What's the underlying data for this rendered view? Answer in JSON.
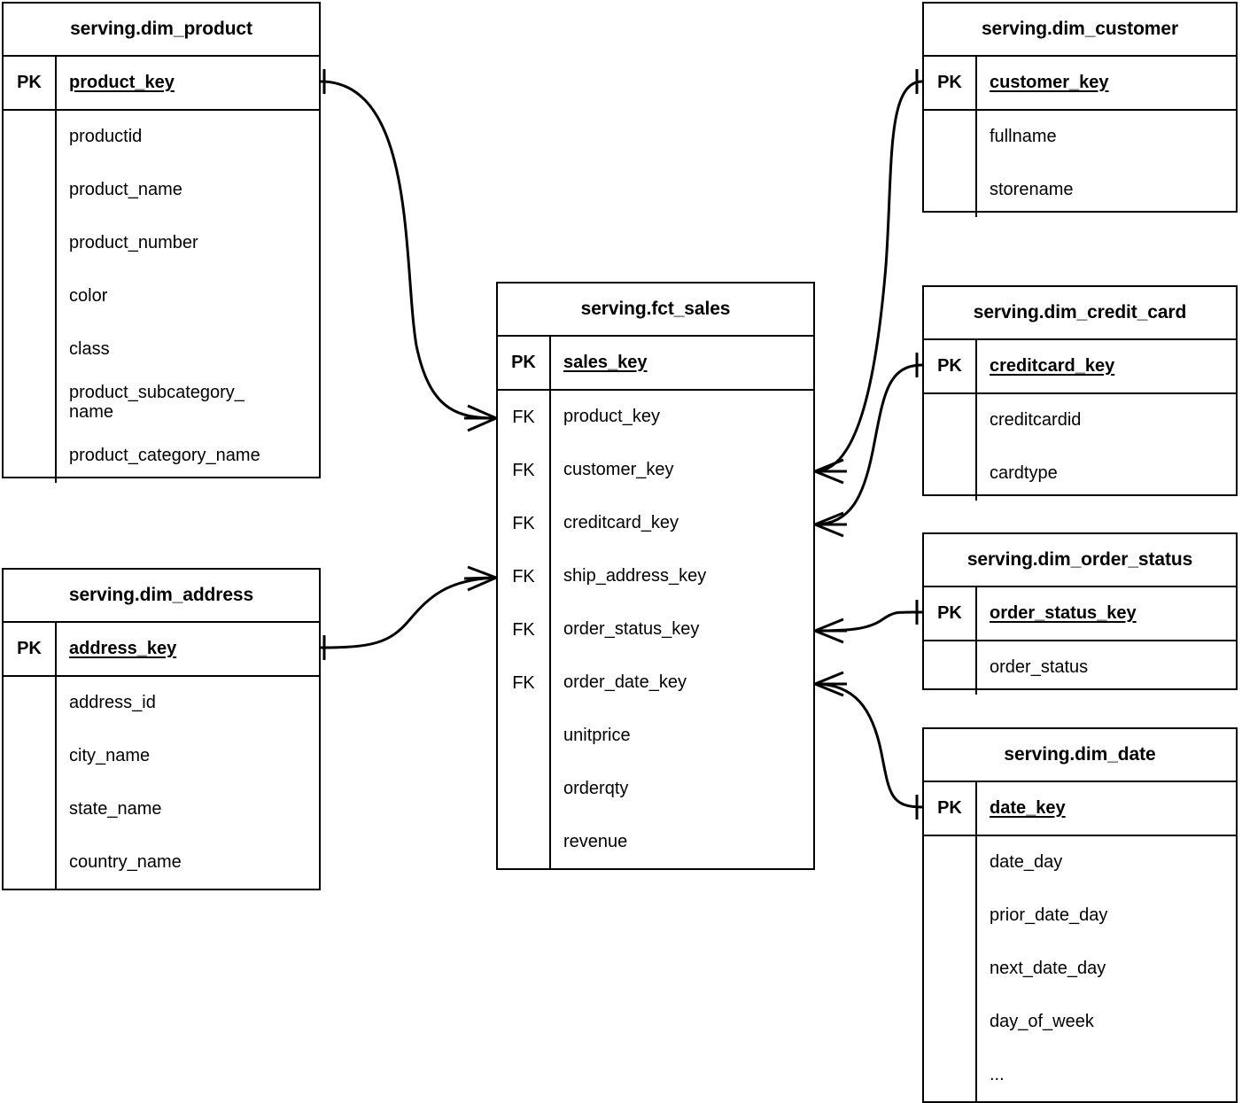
{
  "diagram": {
    "type": "entity-relationship-diagram",
    "notation": "crow's foot",
    "background": "#ffffff",
    "line_color": "#000000"
  },
  "entities": [
    {
      "id": "dim_product",
      "title": "serving.dim_product",
      "primary_key_label": "PK",
      "primary_key": "product_key",
      "attributes": [
        "productid",
        "product_name",
        "product_number",
        "color",
        "class",
        "product_subcategory_\nname",
        "product_category_name"
      ]
    },
    {
      "id": "dim_address",
      "title": "serving.dim_address",
      "primary_key_label": "PK",
      "primary_key": "address_key",
      "attributes": [
        "address_id",
        "city_name",
        "state_name",
        "country_name"
      ]
    },
    {
      "id": "fct_sales",
      "title": "serving.fct_sales",
      "primary_key_label": "PK",
      "primary_key": "sales_key",
      "foreign_key_label": "FK",
      "attributes": [
        {
          "key": "FK",
          "name": "product_key"
        },
        {
          "key": "FK",
          "name": "customer_key"
        },
        {
          "key": "FK",
          "name": "creditcard_key"
        },
        {
          "key": "FK",
          "name": "ship_address_key"
        },
        {
          "key": "FK",
          "name": "order_status_key"
        },
        {
          "key": "FK",
          "name": "order_date_key"
        },
        {
          "key": "",
          "name": "unitprice"
        },
        {
          "key": "",
          "name": "orderqty"
        },
        {
          "key": "",
          "name": "revenue"
        }
      ]
    },
    {
      "id": "dim_customer",
      "title": "serving.dim_customer",
      "primary_key_label": "PK",
      "primary_key": "customer_key",
      "attributes": [
        "fullname",
        "storename"
      ]
    },
    {
      "id": "dim_credit_card",
      "title": "serving.dim_credit_card",
      "primary_key_label": "PK",
      "primary_key": "creditcard_key",
      "attributes": [
        "creditcardid",
        "cardtype"
      ]
    },
    {
      "id": "dim_order_status",
      "title": "serving.dim_order_status",
      "primary_key_label": "PK",
      "primary_key": "order_status_key",
      "attributes": [
        "order_status"
      ]
    },
    {
      "id": "dim_date",
      "title": "serving.dim_date",
      "primary_key_label": "PK",
      "primary_key": "date_key",
      "attributes": [
        "date_day",
        "prior_date_day",
        "next_date_day",
        "day_of_week",
        "..."
      ]
    }
  ],
  "relationships": [
    {
      "from": "dim_product.product_key",
      "to": "fct_sales.product_key",
      "from_cardinality": "one",
      "to_cardinality": "many"
    },
    {
      "from": "dim_address.address_key",
      "to": "fct_sales.ship_address_key",
      "from_cardinality": "one",
      "to_cardinality": "many"
    },
    {
      "from": "dim_customer.customer_key",
      "to": "fct_sales.customer_key",
      "from_cardinality": "one",
      "to_cardinality": "many"
    },
    {
      "from": "dim_credit_card.creditcard_key",
      "to": "fct_sales.creditcard_key",
      "from_cardinality": "one",
      "to_cardinality": "many"
    },
    {
      "from": "dim_order_status.order_status_key",
      "to": "fct_sales.order_status_key",
      "from_cardinality": "one",
      "to_cardinality": "many"
    },
    {
      "from": "dim_date.date_key",
      "to": "fct_sales.order_date_key",
      "from_cardinality": "one",
      "to_cardinality": "many"
    }
  ]
}
